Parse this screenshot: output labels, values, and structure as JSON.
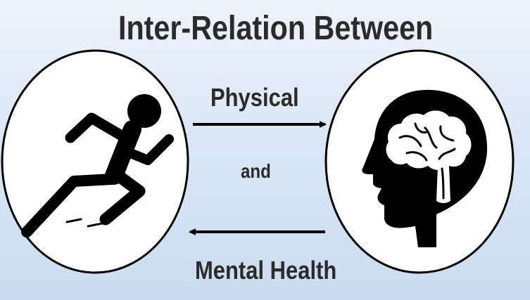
{
  "title": "Inter-Relation Between",
  "words": {
    "physical": "Physical",
    "and": "and",
    "mental_health": "Mental Health"
  },
  "icons": {
    "left": "running-person-icon",
    "right": "head-with-brain-icon"
  },
  "colors": {
    "background_top": "#eef3fb",
    "background_bottom": "#cadcf1",
    "ink": "#000000",
    "text": "#2b2b2b",
    "circle_fill": "#ffffff"
  }
}
